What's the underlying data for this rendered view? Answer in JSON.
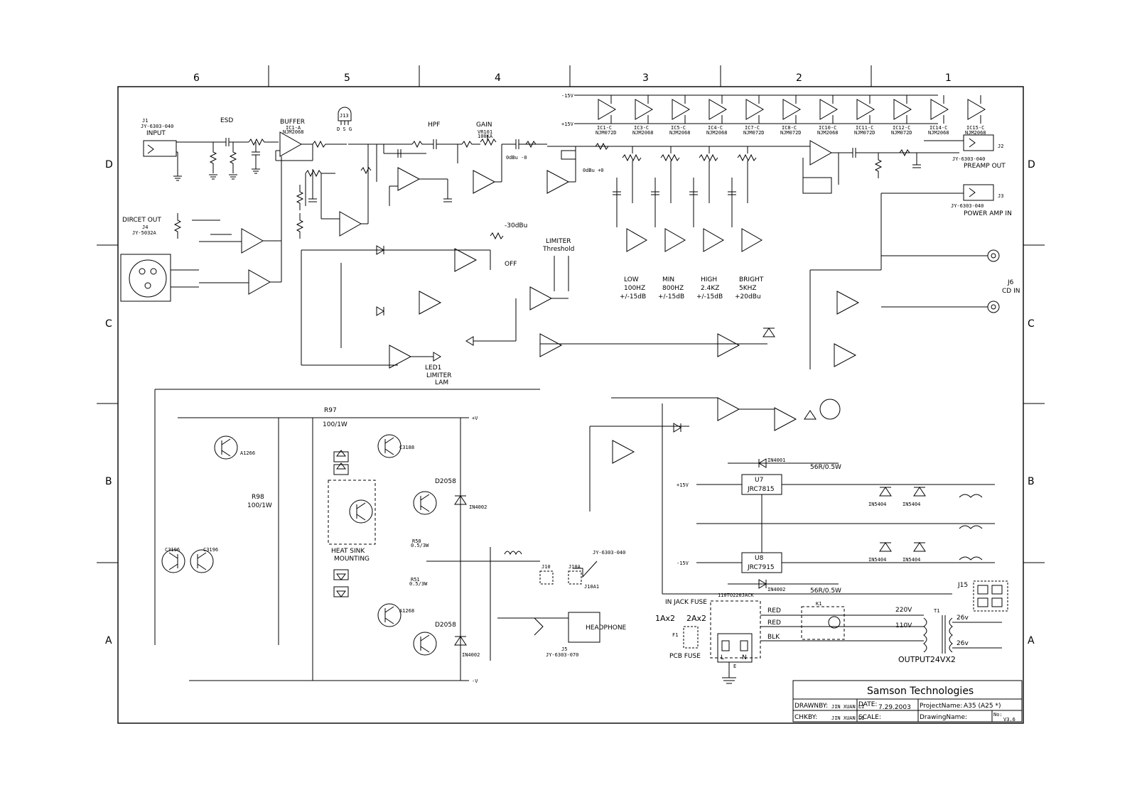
{
  "grid": {
    "columns": [
      "6",
      "5",
      "4",
      "3",
      "2",
      "1"
    ],
    "rows": [
      "D",
      "C",
      "B",
      "A"
    ]
  },
  "sections": {
    "input": "INPUT",
    "input_jack": "JY-6303-040",
    "j1": "J1",
    "esd": "ESD",
    "buffer": "BUFFER",
    "buffer_ic": "IC1-A",
    "buffer_ic_part": "NJM2068",
    "hpf": "HPF",
    "gain": "GAIN",
    "vr101": "VR101",
    "vr101_val": "100KA",
    "j13": "J13",
    "dsg": "D S G",
    "direct_out": "DIRCET OUT",
    "direct_jack": "JY-5032A",
    "j4": "J4",
    "limiter_threshold_1": "LIMITER",
    "limiter_threshold_2": "Threshold",
    "led1": "LED1",
    "limiter_lam_1": "LIMITER",
    "limiter_lam_2": "LAM",
    "off": "OFF",
    "minus30dbu": "-30dBu",
    "odbu0": "0dBu -0",
    "odbu1": "0dBu +0",
    "preamp_out": "PREAMP OUT",
    "power_amp_in": "POWER AMP IN",
    "j2": "J2",
    "j3": "J3",
    "j2_jack": "JY-6303-040",
    "j3_jack": "JY-6303-040",
    "cd_in": "CD IN",
    "j6": "J6",
    "heatsink_1": "HEAT SINK",
    "heatsink_2": "MOUNTING",
    "headphone": "HEADPHONE",
    "j5_jack": "JY-6303-070",
    "j5": "J5",
    "j10": "J10",
    "j10a": "J10A",
    "j10a1": "J10A1",
    "j10_jack": "JY-6303-040",
    "in_jack_fuse": "IN JACK FUSE",
    "in_jack_part": "110TO220JACK",
    "pcb_fuse": "PCB FUSE",
    "fuse_1a": "1Ax2",
    "fuse_2a": "2Ax2",
    "f1": "F1",
    "output": "OUTPUT24VX2",
    "t1": "T1",
    "k1": "K1",
    "j15": "J15",
    "red1": "RED",
    "red2": "RED",
    "blk": "BLK",
    "v220": "220V",
    "v110": "110V",
    "v26a": "26v",
    "v26b": "26v",
    "l_label": "L",
    "n_label": "N",
    "e_label": "E"
  },
  "eq": [
    {
      "name": "LOW",
      "freq": "100HZ",
      "range": "+/-15dB"
    },
    {
      "name": "MIN",
      "freq": "800HZ",
      "range": "+/-15dB"
    },
    {
      "name": "HIGH",
      "freq": "2.4KZ",
      "range": "+/-15dB"
    },
    {
      "name": "BRIGHT",
      "freq": "5KHZ",
      "range": "+20dBu"
    }
  ],
  "top_ics": [
    {
      "ref": "IC1-C",
      "part": "NJM072D"
    },
    {
      "ref": "IC3-C",
      "part": "NJM2068"
    },
    {
      "ref": "IC5-C",
      "part": "NJM2068"
    },
    {
      "ref": "IC4-C",
      "part": "NJM2068"
    },
    {
      "ref": "IC7-C",
      "part": "NJM072D"
    },
    {
      "ref": "IC8-C",
      "part": "NJM072D"
    },
    {
      "ref": "IC10-C",
      "part": "NJM2068"
    },
    {
      "ref": "IC11-C",
      "part": "NJM072D"
    },
    {
      "ref": "IC12-C",
      "part": "NJM072D"
    },
    {
      "ref": "IC14-C",
      "part": "NJM2068"
    },
    {
      "ref": "IC15-C",
      "part": "NJM2068"
    }
  ],
  "rails": {
    "minus15": "-15V",
    "plus15": "+15V",
    "plusv": "+V",
    "minusv": "-V"
  },
  "amp": {
    "r97": "R97",
    "r97_val": "100/1W",
    "r98": "R98",
    "r98_val": "100/1W",
    "q7": "D2058",
    "q8": "D2058",
    "d13": "IN4002",
    "d14": "IN4002",
    "r50": "R50",
    "r50_val": "0.5/3W",
    "r51": "R51",
    "r51_val": "0.5/3W",
    "q5": "A1268",
    "q3": "C3188",
    "q4": "A1266",
    "q2": "C3196",
    "q1": "C3196"
  },
  "supply": {
    "u7": "U7",
    "u7_part": "JRC7815",
    "u8": "U8",
    "u8_part": "JRC7915",
    "d11": "IN4001",
    "d12": "IN4002",
    "r56": "56R/0.5W",
    "r57": "56R/0.5W",
    "d7": "IN5404",
    "d8": "IN5404",
    "d9": "IN5404",
    "d10": "IN5404"
  },
  "title_block": {
    "company": "Samson Technologies",
    "drawnby_label": "DRAWNBY:",
    "drawnby": "JIN XUAN LI",
    "chkby_label": "CHKBY:",
    "chkby": "JIN XUAN LI",
    "date_label": "DATE:",
    "date": "7.29.2003",
    "scale_label": "SCALE:",
    "project_label": "ProjectName:",
    "project": "A35 (A25 *)",
    "drawing_label": "DrawingName:",
    "no_label": "No:",
    "no": "V3.6"
  }
}
